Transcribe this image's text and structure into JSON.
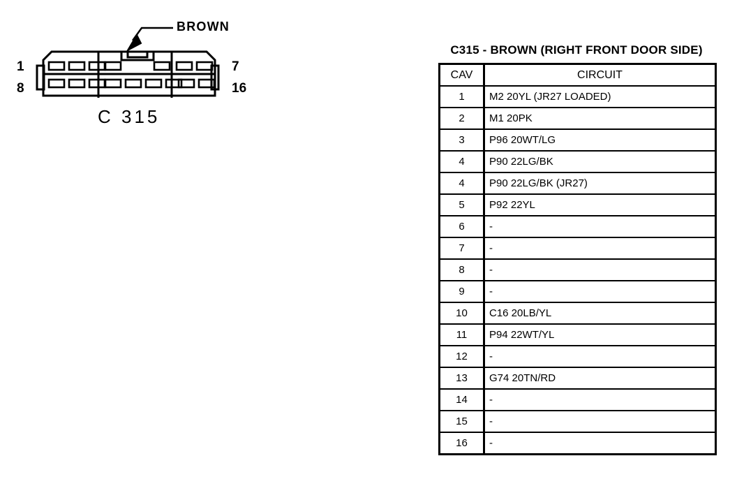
{
  "connector": {
    "name": "C 315",
    "callout_label": "BROWN",
    "pin_labels": {
      "top_left": "1",
      "bottom_left": "8",
      "top_right": "7",
      "bottom_right": "16"
    },
    "colors": {
      "line": "#000000",
      "background": "#ffffff"
    }
  },
  "table": {
    "title": "C315 - BROWN (RIGHT FRONT DOOR SIDE)",
    "headers": {
      "cav": "CAV",
      "circuit": "CIRCUIT"
    },
    "rows": [
      {
        "cav": "1",
        "circuit": "M2 20YL (JR27 LOADED)"
      },
      {
        "cav": "2",
        "circuit": "M1 20PK"
      },
      {
        "cav": "3",
        "circuit": "P96 20WT/LG"
      },
      {
        "cav": "4",
        "circuit": "P90 22LG/BK"
      },
      {
        "cav": "4",
        "circuit": "P90 22LG/BK (JR27)"
      },
      {
        "cav": "5",
        "circuit": "P92 22YL"
      },
      {
        "cav": "6",
        "circuit": "-"
      },
      {
        "cav": "7",
        "circuit": "-"
      },
      {
        "cav": "8",
        "circuit": "-"
      },
      {
        "cav": "9",
        "circuit": "-"
      },
      {
        "cav": "10",
        "circuit": "C16 20LB/YL"
      },
      {
        "cav": "11",
        "circuit": "P94 22WT/YL"
      },
      {
        "cav": "12",
        "circuit": "-"
      },
      {
        "cav": "13",
        "circuit": "G74 20TN/RD"
      },
      {
        "cav": "14",
        "circuit": "-"
      },
      {
        "cav": "15",
        "circuit": "-"
      },
      {
        "cav": "16",
        "circuit": "-"
      }
    ]
  }
}
